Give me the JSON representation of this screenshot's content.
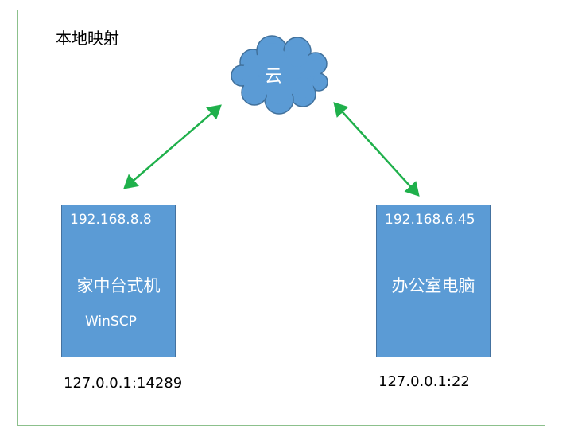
{
  "title": "本地映射",
  "cloud": {
    "label": "云"
  },
  "nodes": [
    {
      "ip": "192.168.8.8",
      "name": "家中台式机",
      "app": "WinSCP",
      "address": "127.0.0.1:14289"
    },
    {
      "ip": "192.168.6.45",
      "name": "办公室电脑",
      "address": "127.0.0.1:22"
    }
  ],
  "colors": {
    "box_fill": "#5b9bd5",
    "box_border": "#4472a0",
    "arrow": "#1fb04b",
    "frame": "#8cc08c",
    "cloud_fill": "#5b9bd5"
  }
}
